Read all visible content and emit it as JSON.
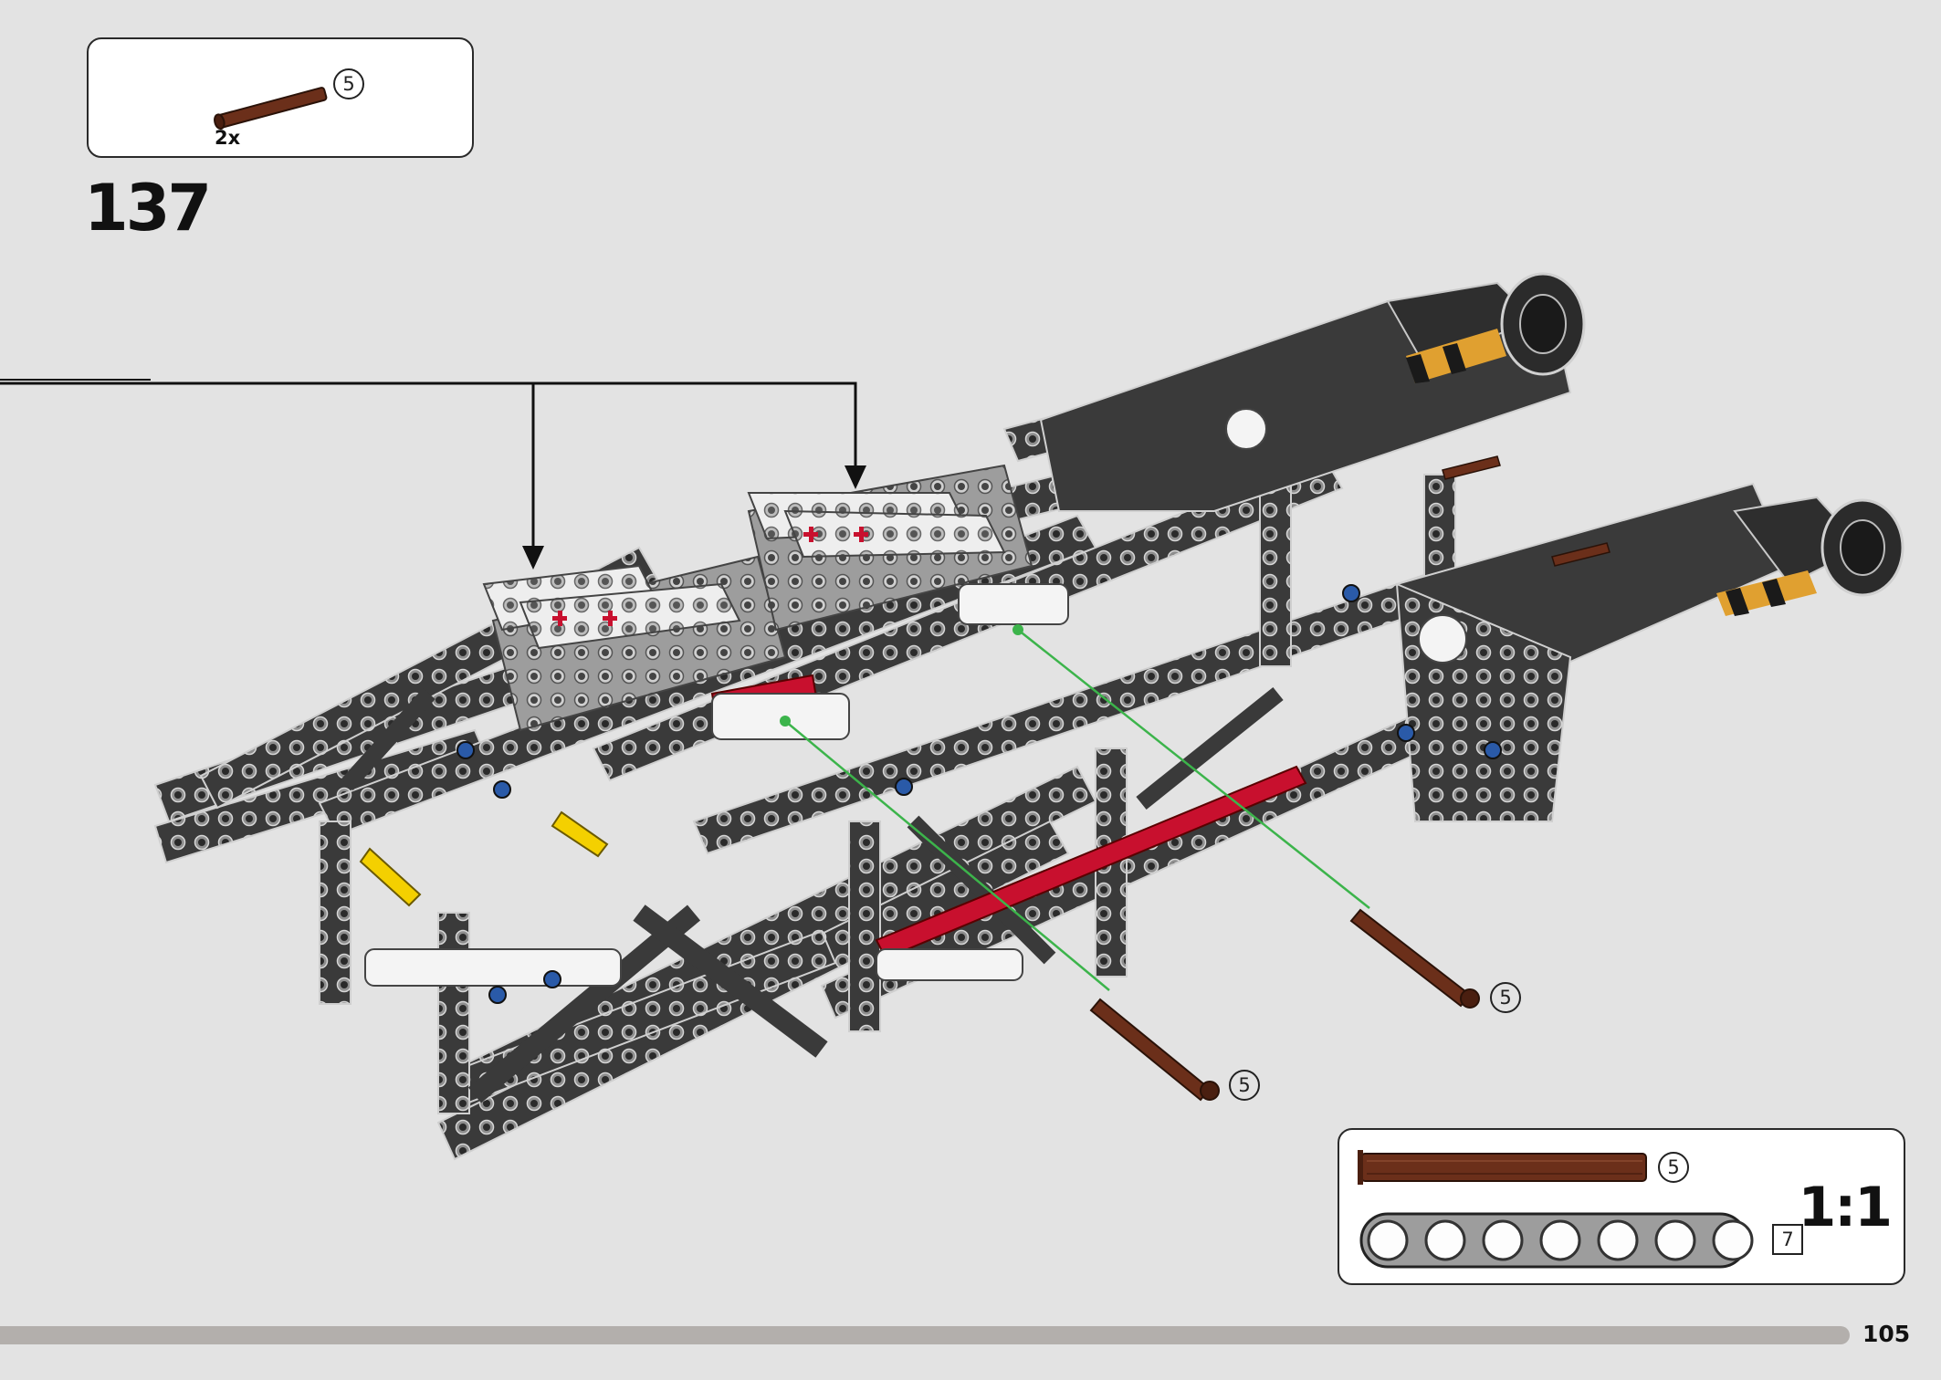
{
  "callout": {
    "quantity": "2x",
    "part_color": "#6b2f1a",
    "part_length": "5"
  },
  "step": {
    "number": "137"
  },
  "model": {
    "frame_color": "#3a3a3a",
    "accent_white": "#f4f4f4",
    "accent_red": "#c8102e",
    "accent_yellow": "#f4d000",
    "accent_blue": "#2a5aa8",
    "guide_line_color": "#3cb44b"
  },
  "pins": [
    {
      "length": "5"
    },
    {
      "length": "5"
    }
  ],
  "scale_box": {
    "axle_length": "5",
    "beam_length": "7",
    "ratio": "1:1"
  },
  "footer": {
    "page_number": "105"
  }
}
